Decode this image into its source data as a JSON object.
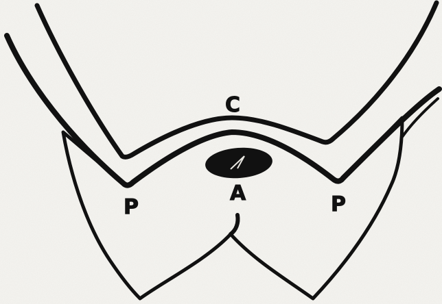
{
  "diagram": {
    "labels": {
      "c": "C",
      "p_left": "P",
      "a": "A",
      "p_right": "P"
    },
    "colors": {
      "background": "#f6f5f1",
      "ink": "#111111"
    }
  }
}
